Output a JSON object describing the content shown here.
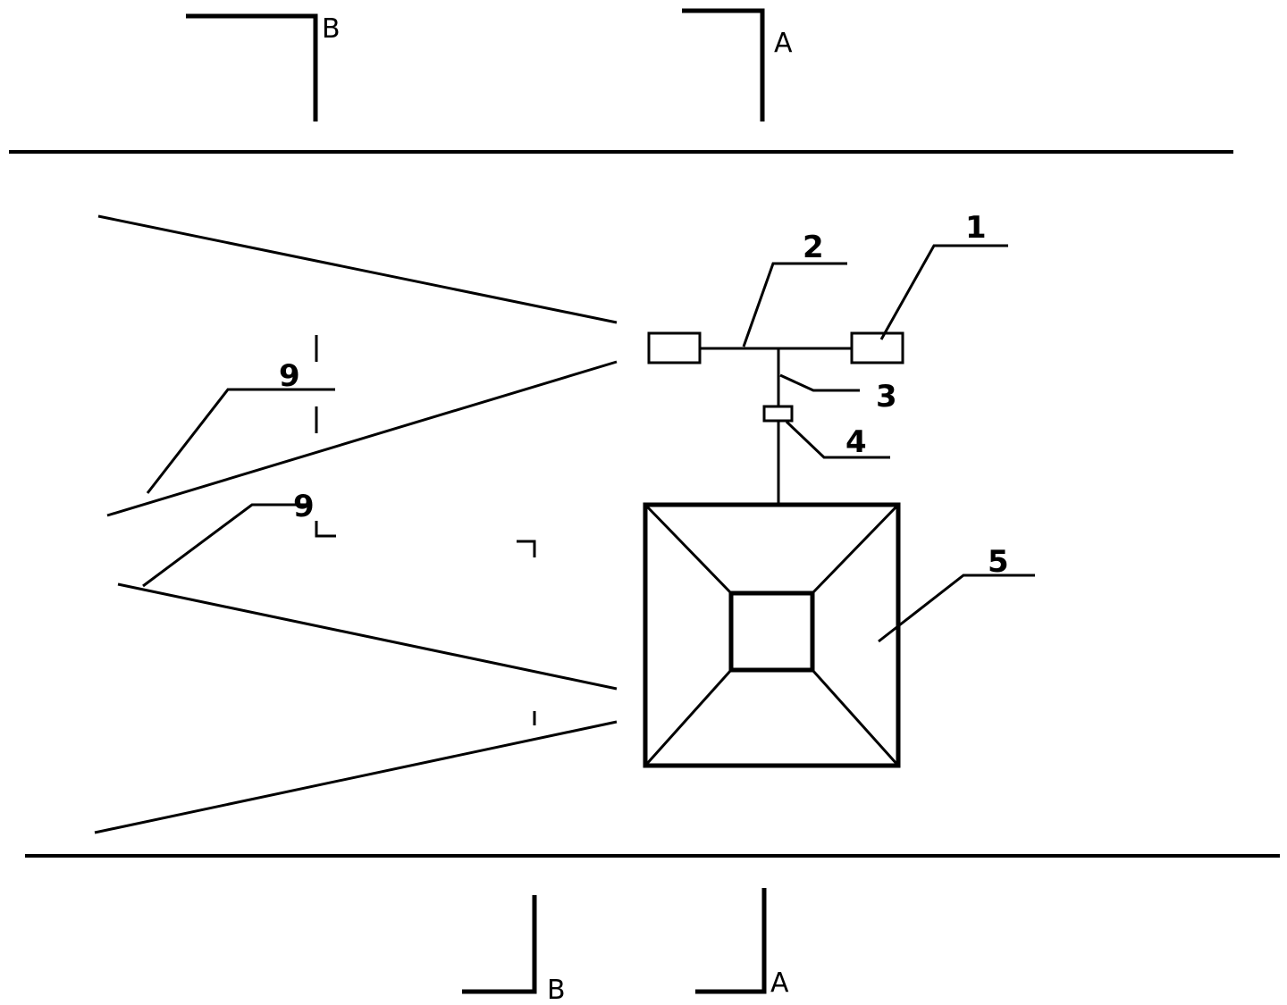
{
  "figure": {
    "section_labels": {
      "a_top": "A",
      "b_top": "B",
      "a_bottom": "A",
      "b_bottom": "B"
    },
    "part_labels": {
      "p1": "1",
      "p2": "2",
      "p3": "3",
      "p4": "4",
      "p5": "5",
      "p9_upper": "9",
      "p9_lower": "9"
    },
    "colors": {
      "line": "#000000",
      "background": "#ffffff"
    }
  }
}
